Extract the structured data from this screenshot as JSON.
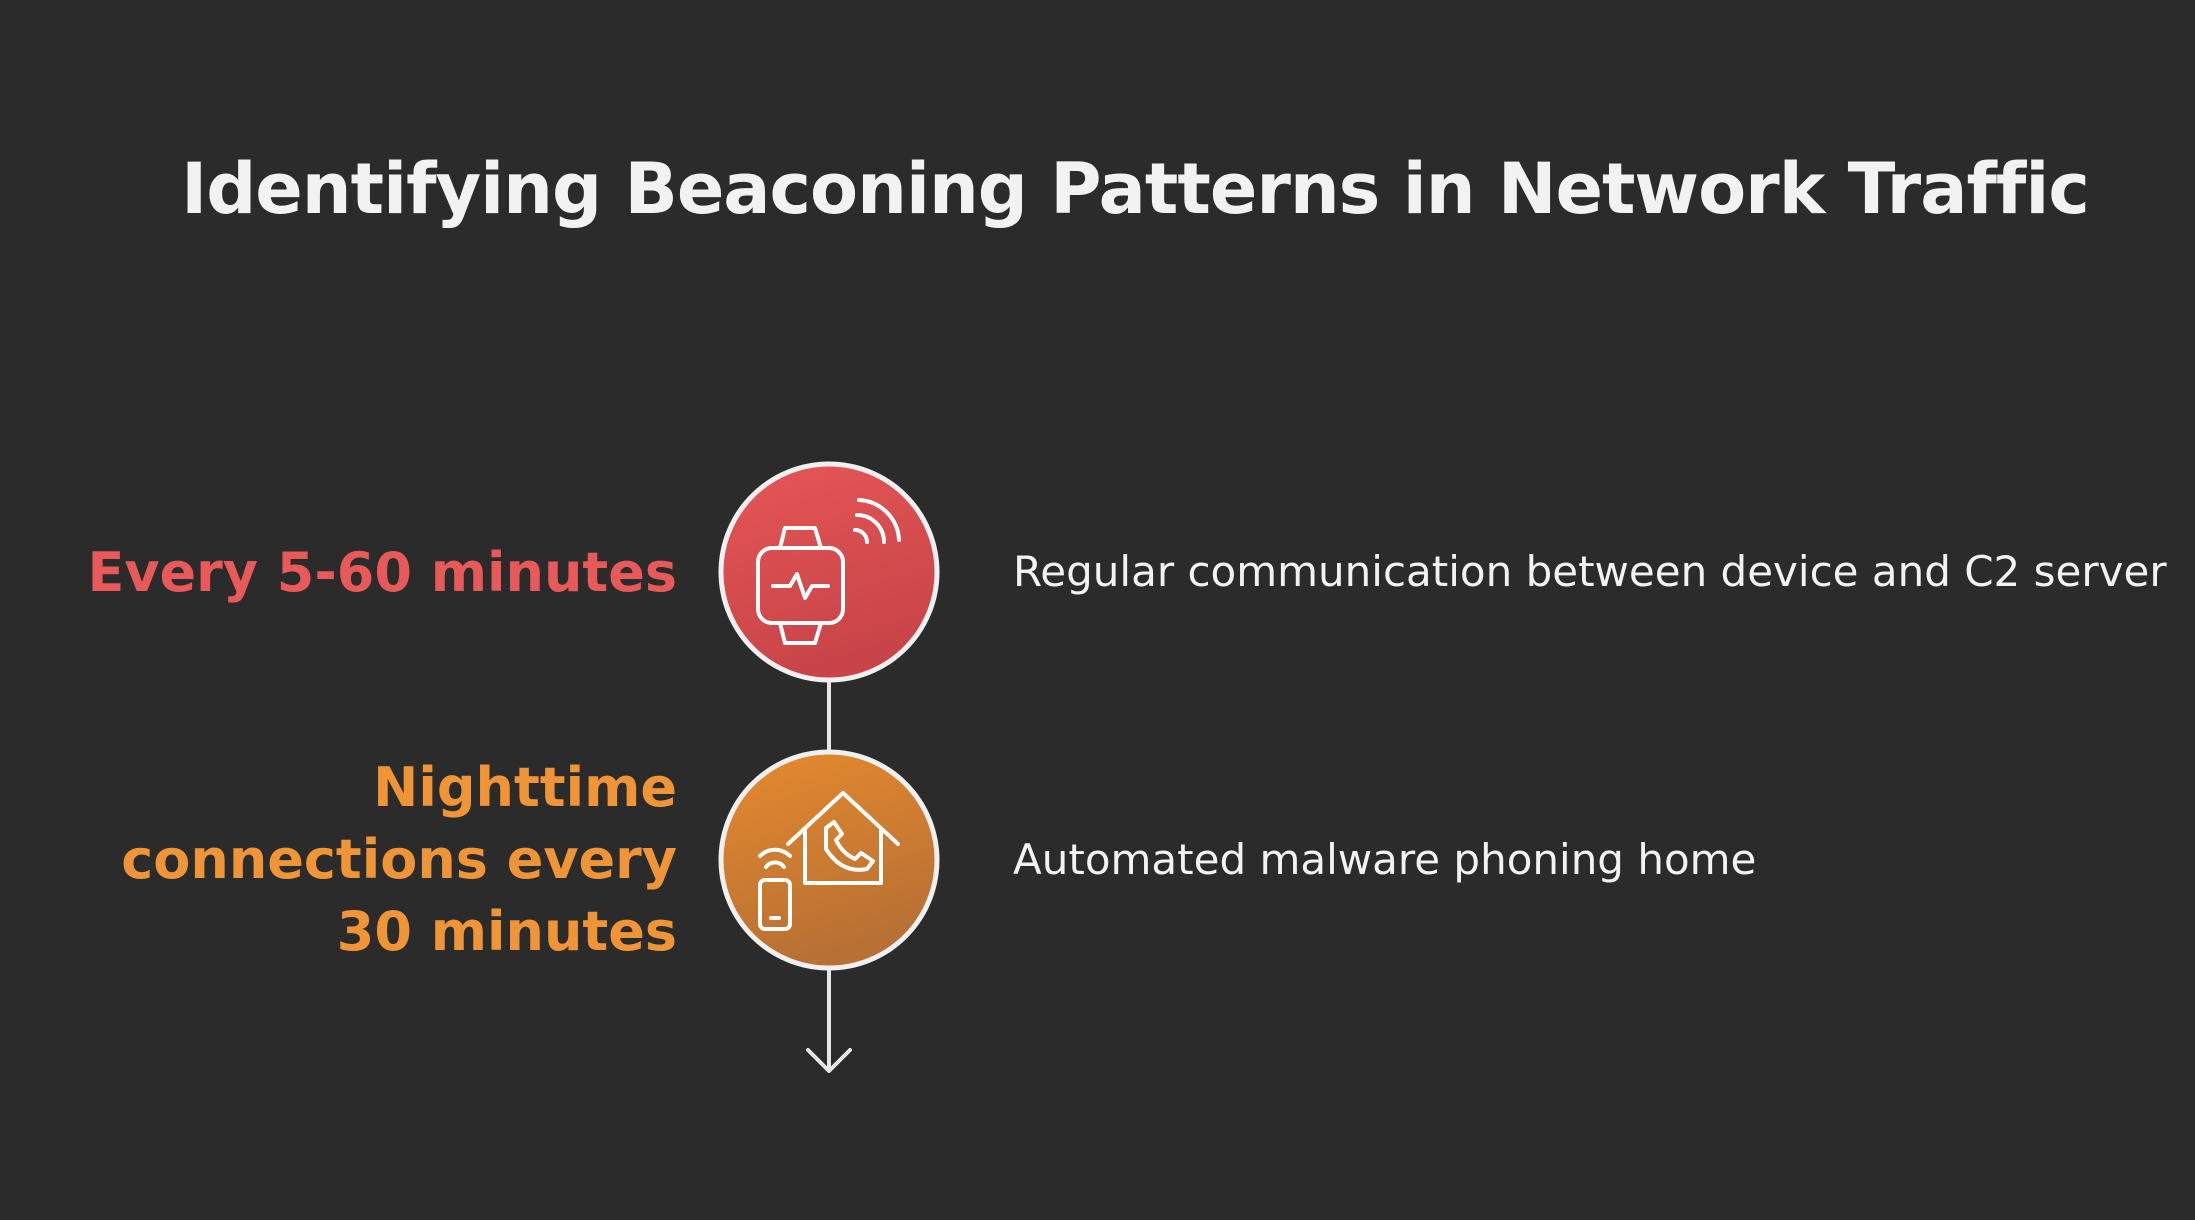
{
  "title": "Identifying Beaconing Patterns in Network Traffic",
  "steps": [
    {
      "label": "Every 5-60 minutes",
      "description": "Regular communication between device and C2 server",
      "icon": "smartwatch-signal-icon",
      "color": "#e8595a"
    },
    {
      "label": "Nighttime connections every 30 minutes",
      "description": "Automated malware phoning home",
      "icon": "phone-home-icon",
      "color": "#ef9538"
    }
  ]
}
